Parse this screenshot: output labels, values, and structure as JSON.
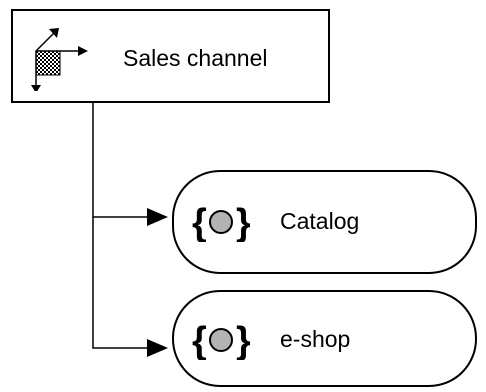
{
  "root": {
    "label": "Sales channel",
    "icon": "checkered-flag-arrows-icon"
  },
  "children": [
    {
      "label": "Catalog",
      "icon": "braced-circle-icon"
    },
    {
      "label": "e-shop",
      "icon": "braced-circle-icon"
    }
  ],
  "colors": {
    "line": "#000000",
    "icon_fill": "#b3b3b3",
    "background": "#ffffff"
  }
}
